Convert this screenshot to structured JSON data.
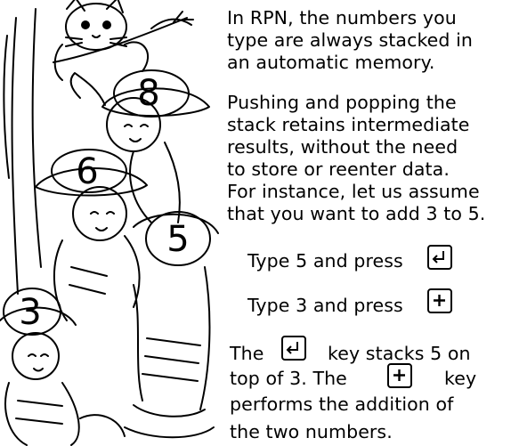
{
  "intro": {
    "lines": [
      "In RPN,  the  numbers you",
      "type are always stacked in",
      "an automatic memory."
    ]
  },
  "stack_para": {
    "lines": [
      "Pushing and popping the",
      "stack retains intermediate",
      "results, without the need",
      "to store or reenter data.",
      "For instance, let us assume",
      "that you want to add 3 to 5."
    ]
  },
  "steps": [
    {
      "text": "Type 5 and press",
      "key": "enter-key"
    },
    {
      "text": "Type 3 and press",
      "key": "plus-key"
    }
  ],
  "explanation": {
    "line1_a": "The",
    "line1_b": "key stacks 5 on",
    "line2_a": "top of 3.   The",
    "line2_b": "key",
    "line3": "performs the addition  of",
    "line4": "the two numbers."
  },
  "illustration": {
    "description_hidden": "",
    "helmet_numbers": [
      "8",
      "6",
      "5",
      "3"
    ]
  },
  "colors": {
    "ink": "#000000",
    "paper": "#ffffff"
  }
}
